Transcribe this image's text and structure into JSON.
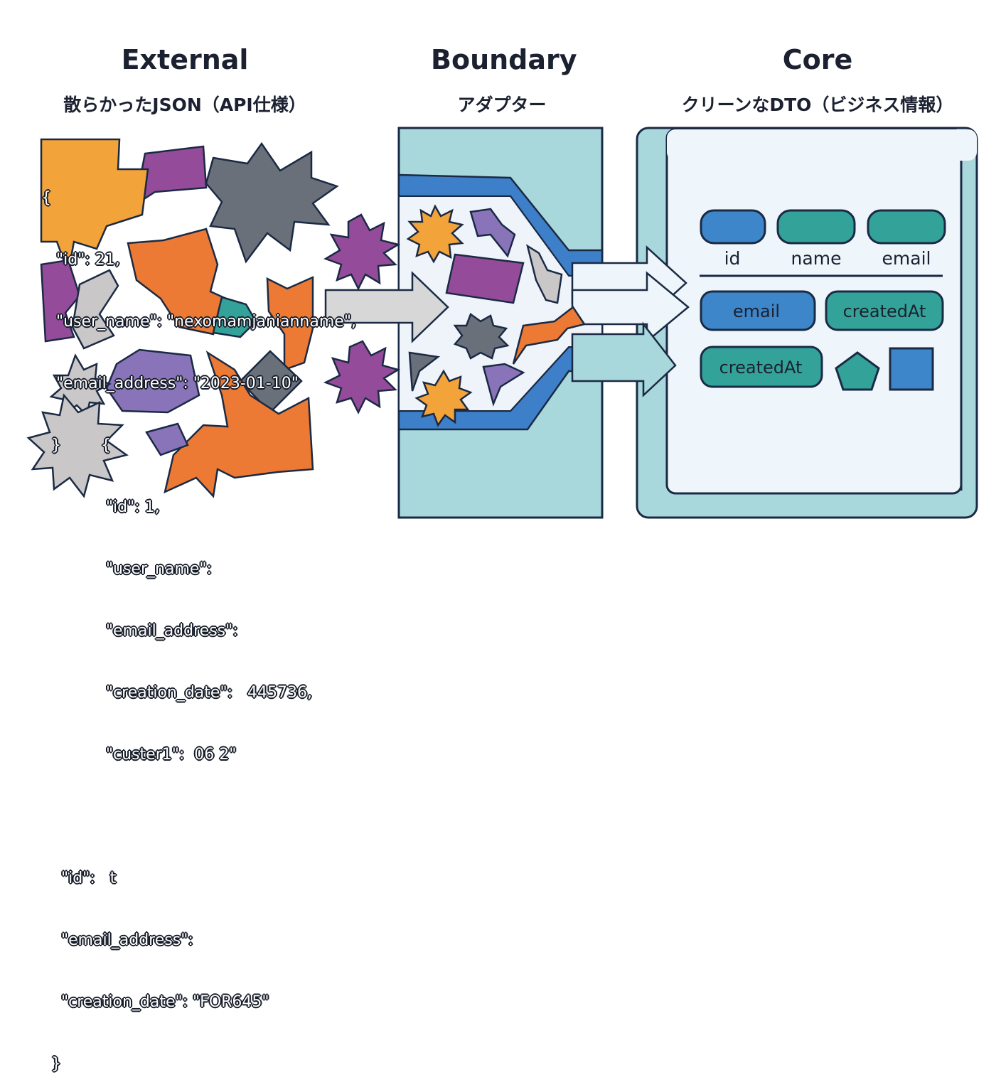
{
  "columns": {
    "external": {
      "title": "External",
      "subtitle": "散らかったJSON（API仕様）"
    },
    "boundary": {
      "title": "Boundary",
      "subtitle": "アダプター"
    },
    "core": {
      "title": "Core",
      "subtitle": "クリーンなDTO（ビジネス情報）"
    }
  },
  "json_lines": [
    "{",
    "   \"id\": 21,",
    "   \"user_name\": \"nexomamjanianname\",",
    "   \"email_address\": \"2023-01-10\"",
    "  }        {",
    "             \"id\": 1,",
    "             \"user_name\":",
    "             \"email_address\":",
    "             \"creation_date\":   445736,",
    "             \"custer1\":  06 2\"",
    "",
    "    \"id\":   t",
    "    \"email_address\":",
    "    \"creation_date\": \"FOR645\"",
    "  }"
  ],
  "core": {
    "field_labels": [
      "id",
      "name",
      "email"
    ],
    "pills": [
      "email",
      "createdAt",
      "createdAt"
    ]
  },
  "colors": {
    "outline": "#1b2a44",
    "teal_panel": "#a8d7dc",
    "core_inner": "#eef5fb",
    "blue_band": "#3d7fc8",
    "pill_blue": "#3d86c9",
    "pill_teal": "#33a39a",
    "orange": "#ec7a35",
    "amber": "#f2a33a",
    "purple": "#944c9a",
    "violet": "#8a74b9",
    "grey": "#6a7079",
    "light_grey": "#c9c7c7"
  }
}
